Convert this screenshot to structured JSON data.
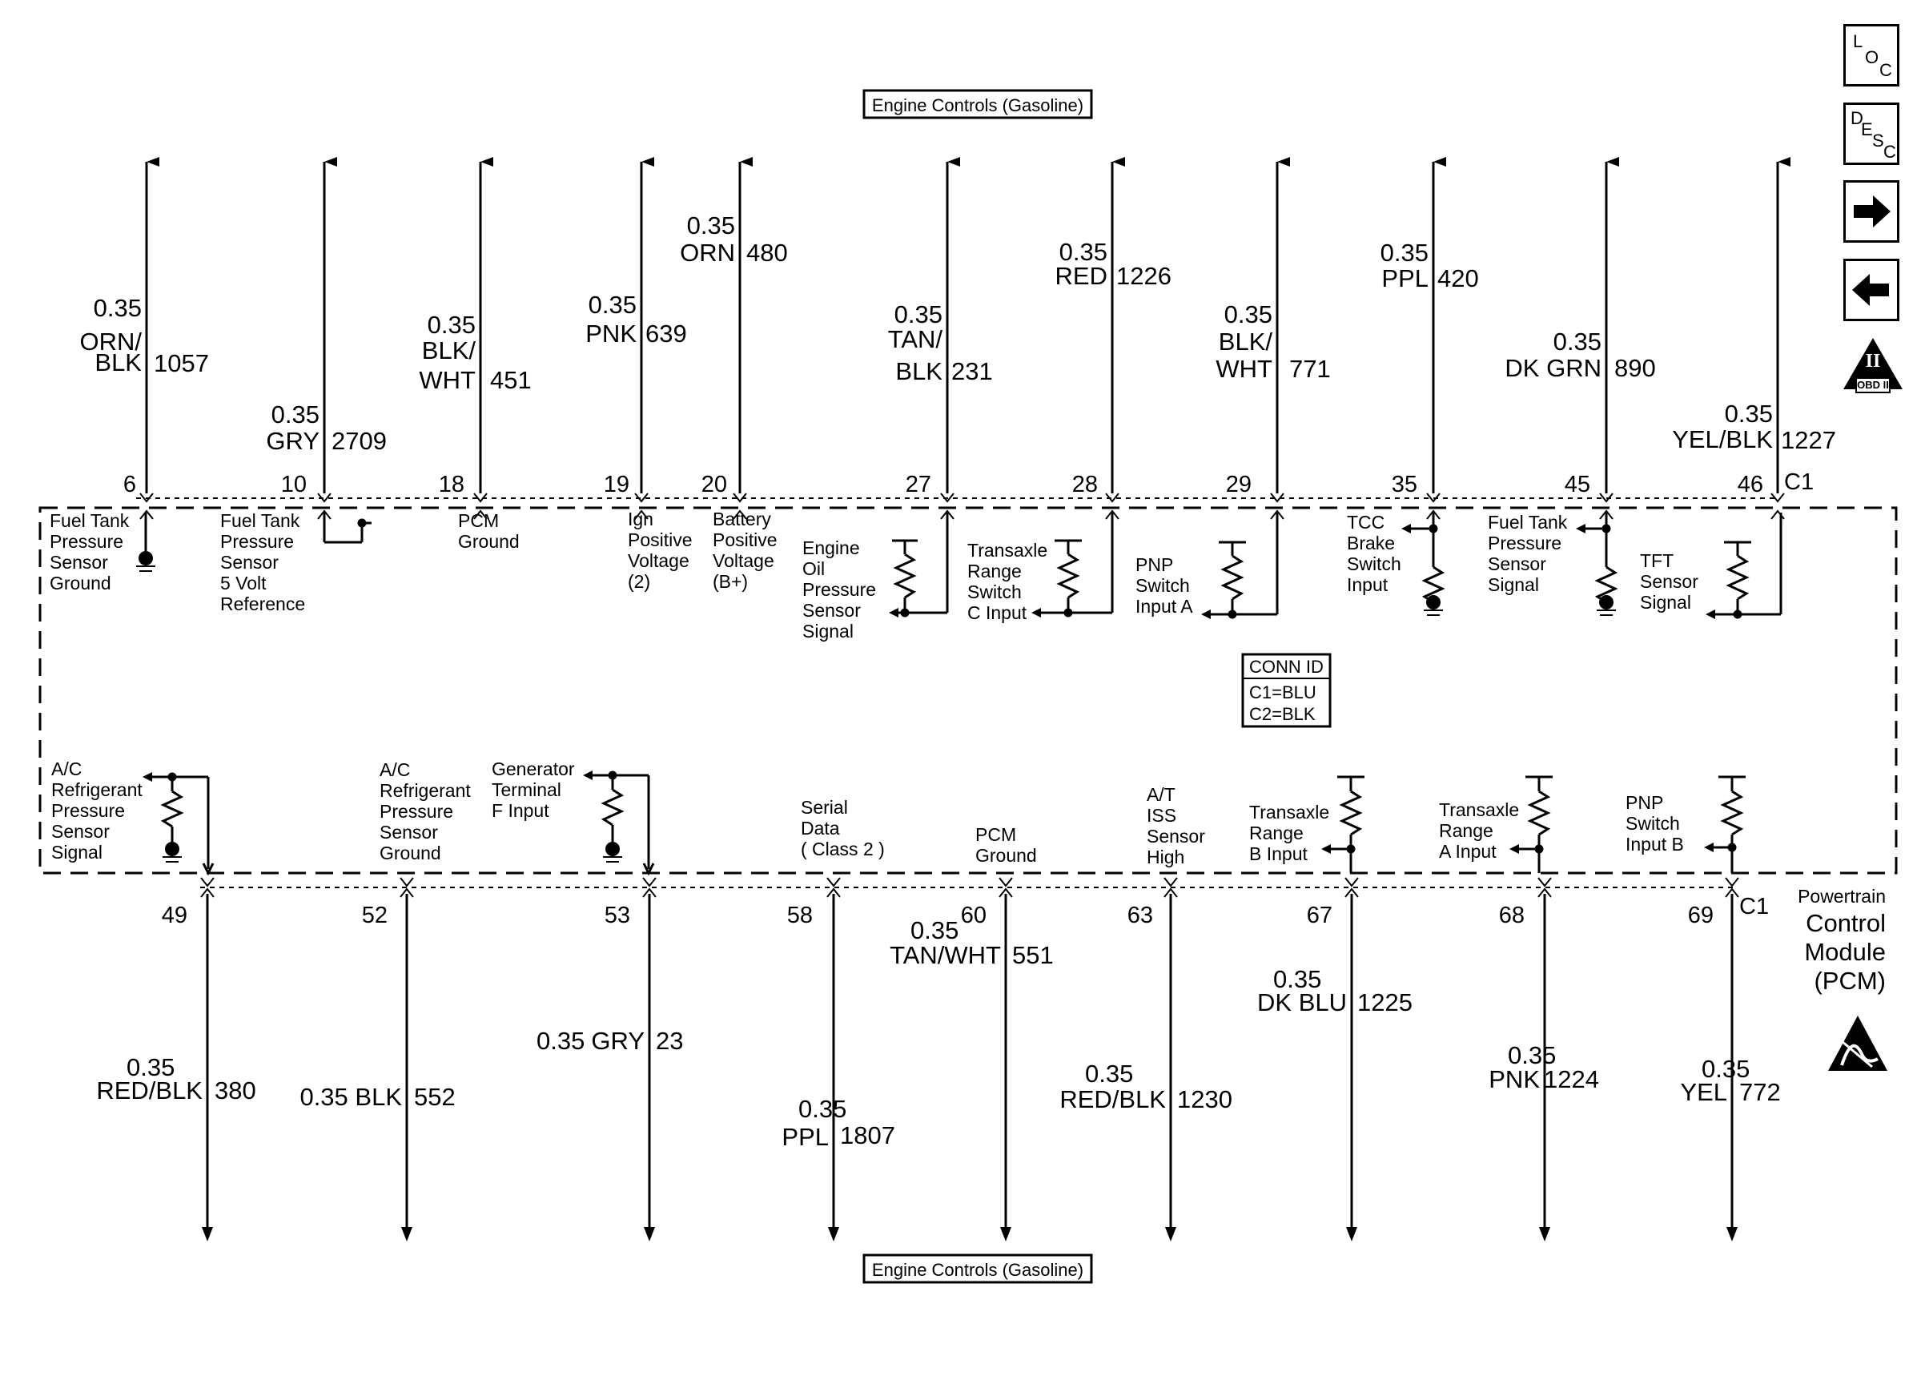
{
  "header_box": "Engine Controls (Gasoline)",
  "footer_box": "Engine Controls (Gasoline)",
  "module": {
    "l1": "Powertrain",
    "l2": "Control",
    "l3": "Module",
    "l4": "(PCM)"
  },
  "conn_id": {
    "title": "CONN ID",
    "c1": "C1=BLU",
    "c2": "C2=BLK"
  },
  "connector_top": "C1",
  "connector_bottom": "C1",
  "nav_icons": [
    {
      "name": "loc-icon",
      "chars": [
        "L",
        "O",
        "C"
      ]
    },
    {
      "name": "desc-icon",
      "chars": [
        "D",
        "E",
        "S",
        "C"
      ]
    },
    {
      "name": "next-arrow-icon"
    },
    {
      "name": "prev-arrow-icon"
    },
    {
      "name": "obd-ii-icon",
      "numeral": "II",
      "label": "OBD II"
    }
  ],
  "top_wires": [
    {
      "pin": "6",
      "gauge": "0.35",
      "color": [
        "ORN/",
        "BLK"
      ],
      "circuit": "1057",
      "desc": [
        "Fuel Tank",
        "Pressure",
        "Sensor",
        "Ground"
      ]
    },
    {
      "pin": "10",
      "gauge": "0.35",
      "color": [
        "GRY"
      ],
      "circuit": "2709",
      "desc": [
        "Fuel Tank",
        "Pressure",
        "Sensor",
        "5 Volt",
        "Reference"
      ]
    },
    {
      "pin": "18",
      "gauge": "0.35",
      "color": [
        "BLK/",
        "WHT"
      ],
      "circuit": "451",
      "desc": [
        "PCM",
        "Ground"
      ]
    },
    {
      "pin": "19",
      "gauge": "0.35",
      "color": [
        "PNK"
      ],
      "circuit": "639",
      "desc": [
        "Ign",
        "Positive",
        "Voltage",
        "(2)"
      ]
    },
    {
      "pin": "20",
      "gauge": "0.35",
      "color": [
        "ORN"
      ],
      "circuit": "480",
      "desc": [
        "Battery",
        "Positive",
        "Voltage",
        "(B+)"
      ]
    },
    {
      "pin": "27",
      "gauge": "0.35",
      "color": [
        "TAN/",
        "BLK"
      ],
      "circuit": "231",
      "desc": [
        "Engine",
        "Oil",
        "Pressure",
        "Sensor",
        "Signal"
      ]
    },
    {
      "pin": "28",
      "gauge": "0.35",
      "color": [
        "RED"
      ],
      "circuit": "1226",
      "desc": [
        "Transaxle",
        "Range",
        "Switch",
        "C Input"
      ]
    },
    {
      "pin": "29",
      "gauge": "0.35",
      "color": [
        "BLK/",
        "WHT"
      ],
      "circuit": "771",
      "desc": [
        "PNP",
        "Switch",
        "Input  A"
      ]
    },
    {
      "pin": "35",
      "gauge": "0.35",
      "color": [
        "PPL"
      ],
      "circuit": "420",
      "desc": [
        "TCC",
        "Brake",
        "Switch",
        "Input"
      ]
    },
    {
      "pin": "45",
      "gauge": "0.35",
      "color": [
        "DK GRN"
      ],
      "circuit": "890",
      "desc": [
        "Fuel Tank",
        "Pressure",
        "Sensor",
        "Signal"
      ]
    },
    {
      "pin": "46",
      "gauge": "0.35",
      "color": [
        "YEL/BLK"
      ],
      "circuit": "1227",
      "desc": [
        "TFT",
        "Sensor",
        "Signal"
      ]
    }
  ],
  "bottom_wires": [
    {
      "pin": "49",
      "gauge": "0.35",
      "color": "RED/BLK",
      "circuit": "380",
      "desc": [
        "A/C",
        "Refrigerant",
        "Pressure",
        "Sensor",
        "Signal"
      ]
    },
    {
      "pin": "52",
      "gauge": "0.35",
      "color": "BLK",
      "circuit": "552",
      "desc": [
        "A/C",
        "Refrigerant",
        "Pressure",
        "Sensor",
        "Ground"
      ]
    },
    {
      "pin": "53",
      "gauge": "0.35",
      "color": "GRY",
      "circuit": "23",
      "desc": [
        "Generator",
        "Terminal",
        "F Input"
      ]
    },
    {
      "pin": "58",
      "gauge": "0.35",
      "color": "PPL",
      "circuit": "1807",
      "desc": [
        "Serial",
        "Data",
        "( Class 2 )"
      ]
    },
    {
      "pin": "60",
      "gauge": "0.35",
      "color": "TAN/WHT",
      "circuit": "551",
      "desc": [
        "PCM",
        "Ground"
      ]
    },
    {
      "pin": "63",
      "gauge": "0.35",
      "color": "RED/BLK",
      "circuit": "1230",
      "desc": [
        "A/T",
        "ISS",
        "Sensor",
        "High"
      ]
    },
    {
      "pin": "67",
      "gauge": "0.35",
      "color": "DK BLU",
      "circuit": "1225",
      "desc": [
        "Transaxle",
        "Range",
        "B Input"
      ]
    },
    {
      "pin": "68",
      "gauge": "0.35",
      "color": "PNK",
      "circuit": "1224",
      "desc": [
        "Transaxle",
        "Range",
        "A Input"
      ]
    },
    {
      "pin": "69",
      "gauge": "0.35",
      "color": "YEL",
      "circuit": "772",
      "desc": [
        "PNP",
        "Switch",
        "Input B"
      ]
    }
  ]
}
